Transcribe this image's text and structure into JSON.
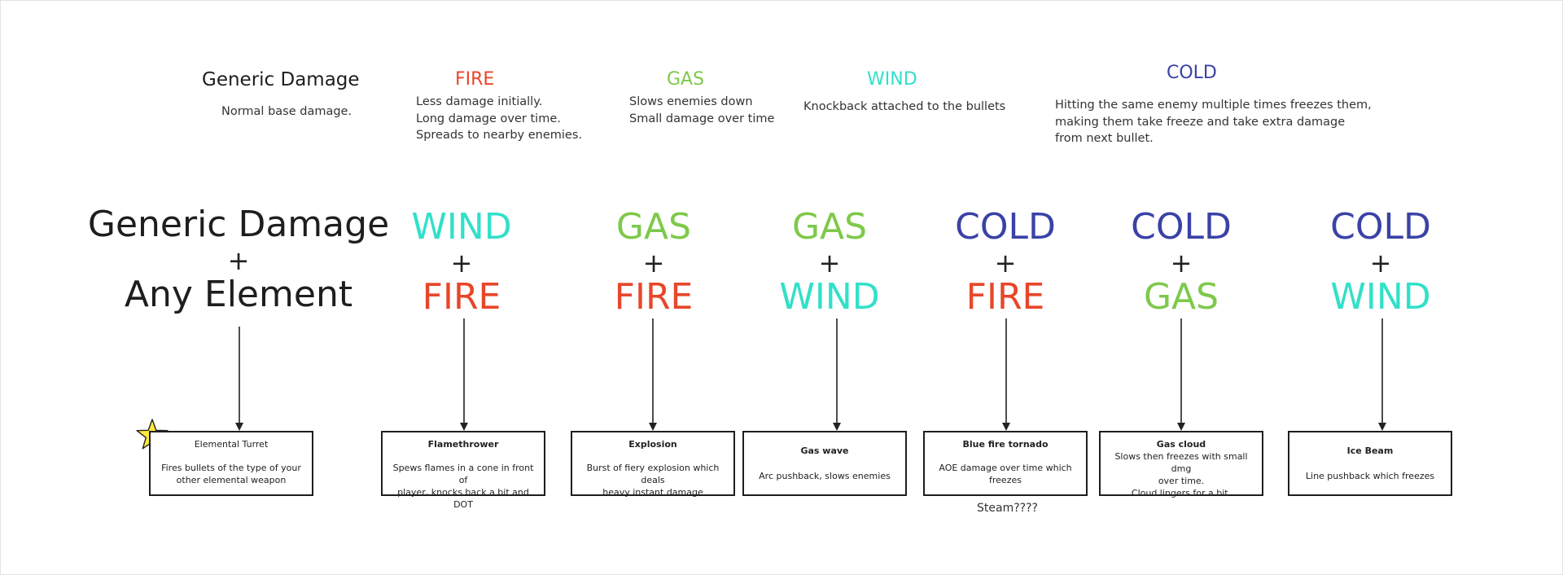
{
  "colors": {
    "fire": "#e8462a",
    "gas": "#7ec94b",
    "wind": "#31e0c8",
    "cold": "#3a42a6",
    "black": "#1e1e1e",
    "star": "#ffeb3b"
  },
  "headers": {
    "generic": {
      "title": "Generic Damage",
      "desc": "Normal base damage."
    },
    "fire": {
      "title": "FIRE",
      "desc": [
        "Less damage initially.",
        "Long damage over time.",
        "Spreads to nearby enemies."
      ]
    },
    "gas": {
      "title": "GAS",
      "desc": [
        "Slows enemies down",
        "Small damage over time"
      ]
    },
    "wind": {
      "title": "WIND",
      "desc": "Knockback attached to the bullets"
    },
    "cold": {
      "title": "COLD",
      "desc": [
        "Hitting the same enemy multiple times freezes them,",
        "making them take freeze and take extra damage",
        "from next bullet."
      ]
    }
  },
  "combos": [
    {
      "top": "Generic Damage",
      "plus": "+",
      "bottom": "Any Element"
    },
    {
      "top": "WIND",
      "plus": "+",
      "bottom": "FIRE"
    },
    {
      "top": "GAS",
      "plus": "+",
      "bottom": "FIRE"
    },
    {
      "top": "GAS",
      "plus": "+",
      "bottom": "WIND"
    },
    {
      "top": "COLD",
      "plus": "+",
      "bottom": "FIRE"
    },
    {
      "top": "COLD",
      "plus": "+",
      "bottom": "GAS"
    },
    {
      "top": "COLD",
      "plus": "+",
      "bottom": "WIND"
    }
  ],
  "results": [
    {
      "title": "Elemental Turret",
      "body": [
        "Fires bullets of the type of your",
        "other elemental weapon"
      ]
    },
    {
      "title": "Flamethrower",
      "body": [
        "Spews flames in a cone in front of",
        "player, knocks back a bit and DOT"
      ]
    },
    {
      "title": "Explosion",
      "body": [
        "Burst of fiery explosion which deals",
        "heavy instant damage"
      ]
    },
    {
      "title": "Gas wave",
      "body": [
        "Arc pushback, slows enemies"
      ]
    },
    {
      "title": "Blue fire tornado",
      "body": [
        "AOE damage over time which",
        "freezes"
      ]
    },
    {
      "title": "Gas cloud",
      "body": [
        "Slows then freezes with small dmg",
        "over time.",
        "Cloud lingers for a bit."
      ]
    },
    {
      "title": "Ice Beam",
      "body": [
        "Line pushback which freezes"
      ]
    }
  ],
  "notes": {
    "steam": "Steam????"
  }
}
